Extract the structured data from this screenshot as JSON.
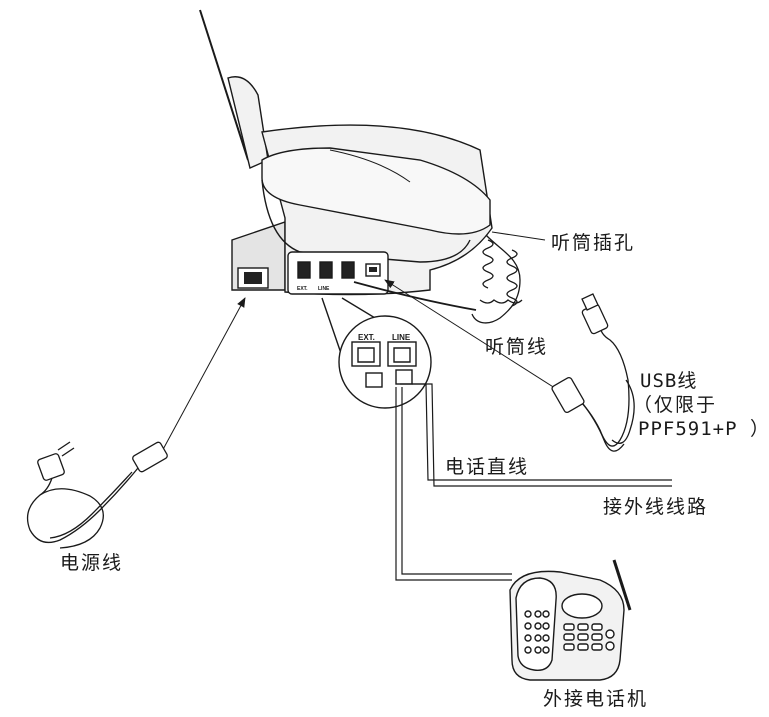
{
  "labels": {
    "handset_jack": "听筒插孔",
    "handset_cord": "听筒线",
    "usb_line1": "USB线",
    "usb_line2": "（仅限于",
    "usb_line3": "PPF591+P ）",
    "phone_line": "电话直线",
    "outside_line": "接外线线路",
    "power_cord": "电源线",
    "extension_phone": "外接电话机"
  },
  "ports": {
    "ext_small": "EXT.",
    "line_small": "LINE",
    "ext_zoom": "EXT.",
    "line_zoom": "LINE"
  },
  "colors": {
    "stroke": "#1a1a1a",
    "body_fill": "#f2f2f2",
    "shade_fill": "#d9d9d9"
  }
}
